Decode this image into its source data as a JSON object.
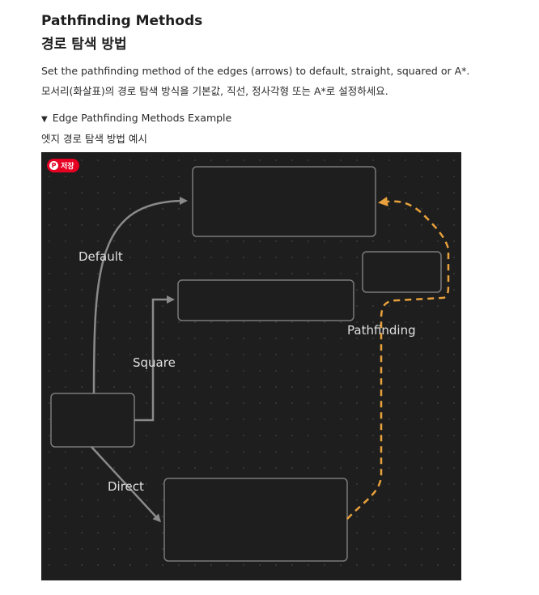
{
  "header": {
    "title_en": "Pathfinding Methods",
    "title_ko": "경로 탐색 방법"
  },
  "description": {
    "en": "Set the pathfinding method of the edges (arrows) to default, straight, squared or A*.",
    "ko": "모서리(화살표)의 경로 탐색 방식을 기본값, 직선, 정사각형 또는 A*로 설정하세요."
  },
  "details": {
    "summary": "Edge Pathfinding Methods Example",
    "caption": "엣지 경로 탐색 방법 예시"
  },
  "save_badge": {
    "label": "저장",
    "icon": "pinterest-icon",
    "color": "#e60023"
  },
  "diagram": {
    "background": "#1e1e1e",
    "edge_color": "#8a8a8a",
    "pathfinding_color": "#e8a13c",
    "labels": {
      "default": "Default",
      "square": "Square",
      "direct": "Direct",
      "pathfinding": "Pathfinding"
    }
  }
}
